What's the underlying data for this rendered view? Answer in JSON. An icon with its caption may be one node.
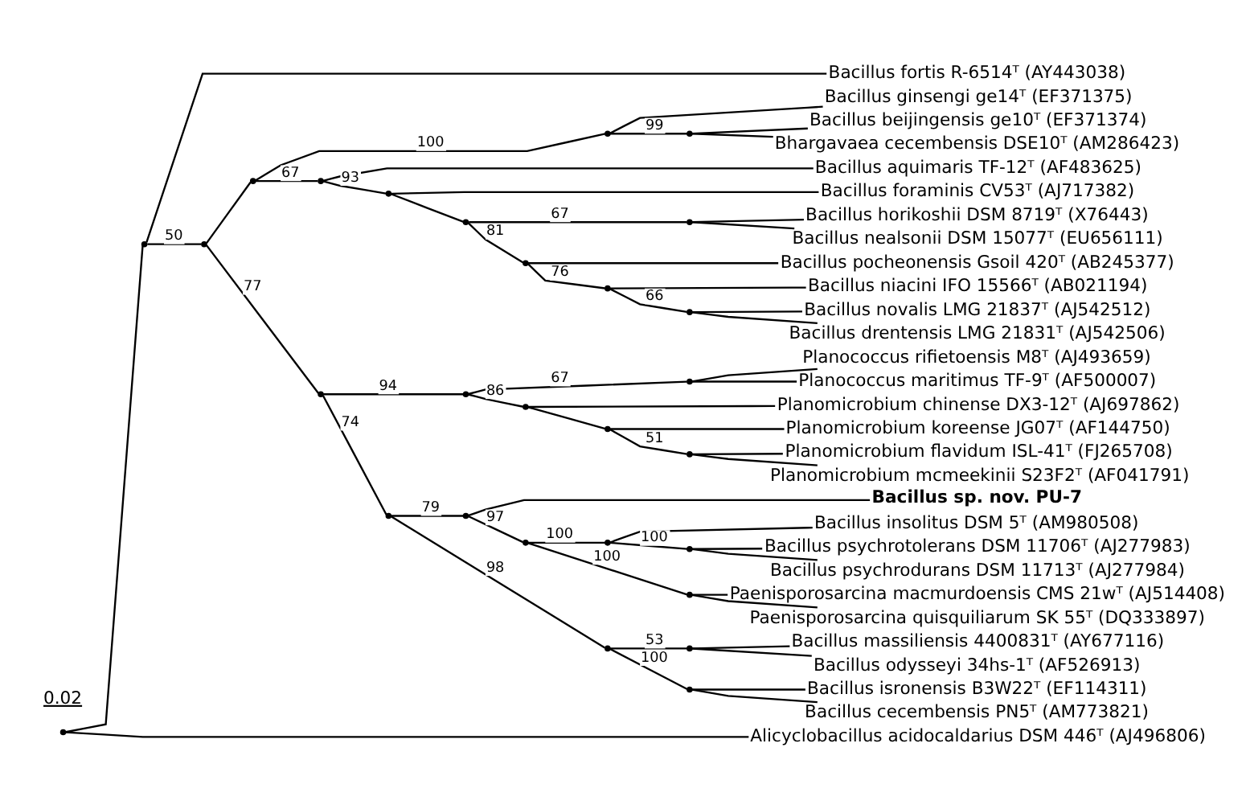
{
  "diagram": {
    "nodes": [
      {
        "text": [],
        "shape": "point"
      },
      {
        "text": [],
        "shape": "point"
      },
      {
        "text": [
          "Bacillus fortis R-6514ᵀ (AY443038)"
        ]
      },
      {
        "text": [],
        "shape": "point"
      },
      {
        "text": [],
        "shape": "point"
      },
      {
        "text": [],
        "shape": "point"
      },
      {
        "text": [
          "Bacillus ginsengi ge14ᵀ (EF371375)"
        ]
      },
      {
        "text": [],
        "shape": "point"
      },
      {
        "text": [
          "Bacillus beijingensis ge10ᵀ (EF371374)"
        ]
      },
      {
        "text": [
          "Bhargavaea cecembensis DSE10ᵀ (AM286423)"
        ]
      },
      {
        "text": [],
        "shape": "point"
      },
      {
        "text": [
          "Bacillus aquimaris TF-12ᵀ (AF483625)"
        ]
      },
      {
        "text": [],
        "shape": "point"
      },
      {
        "text": [
          "Bacillus foraminis CV53ᵀ (AJ717382)"
        ]
      },
      {
        "text": [],
        "shape": "point"
      },
      {
        "text": [],
        "shape": "point"
      },
      {
        "text": [
          "Bacillus horikoshii DSM 8719ᵀ (X76443)"
        ]
      },
      {
        "text": [
          "Bacillus nealsonii DSM 15077ᵀ (EU656111)"
        ]
      },
      {
        "text": [],
        "shape": "point"
      },
      {
        "text": [
          "Bacillus pocheonensis Gsoil 420ᵀ (AB245377)"
        ]
      },
      {
        "text": [],
        "shape": "point"
      },
      {
        "text": [
          "Bacillus niacini IFO 15566ᵀ (AB021194)"
        ]
      },
      {
        "text": [],
        "shape": "point"
      },
      {
        "text": [
          "Bacillus novalis LMG 21837ᵀ (AJ542512)"
        ]
      },
      {
        "text": [
          "Bacillus drentensis LMG 21831ᵀ (AJ542506)"
        ]
      },
      {
        "text": [],
        "shape": "point"
      },
      {
        "text": [],
        "shape": "point"
      },
      {
        "text": [],
        "shape": "point"
      },
      {
        "text": [
          "Planococcus rifietoensis M8ᵀ (AJ493659)"
        ]
      },
      {
        "text": [
          "Planococcus maritimus TF-9ᵀ (AF500007)"
        ]
      },
      {
        "text": [],
        "shape": "point"
      },
      {
        "text": [
          "Planomicrobium chinense DX3-12ᵀ (AJ697862)"
        ]
      },
      {
        "text": [],
        "shape": "point"
      },
      {
        "text": [
          "Planomicrobium koreense JG07ᵀ (AF144750)"
        ]
      },
      {
        "text": [],
        "shape": "point"
      },
      {
        "text": [
          "Planomicrobium flavidum ISL-41ᵀ (FJ265708)"
        ]
      },
      {
        "text": [
          "Planomicrobium mcmeekinii S23F2ᵀ (AF041791)"
        ]
      },
      {
        "text": [],
        "shape": "point"
      },
      {
        "text": [],
        "shape": "point"
      },
      {
        "text": [
          "Bacillus sp. nov. PU-7"
        ]
      },
      {
        "text": [],
        "shape": "point"
      },
      {
        "text": [],
        "shape": "point"
      },
      {
        "text": [
          "Bacillus insolitus DSM 5ᵀ (AM980508)"
        ]
      },
      {
        "text": [],
        "shape": "point"
      },
      {
        "text": [
          "Bacillus psychrotolerans DSM 11706ᵀ (AJ277983)"
        ]
      },
      {
        "text": [
          "Bacillus psychrodurans DSM 11713ᵀ (AJ277984)"
        ]
      },
      {
        "text": [],
        "shape": "point"
      },
      {
        "text": [
          "Paenisporosarcina macmurdoensis CMS 21wᵀ (AJ514408)"
        ]
      },
      {
        "text": [
          "Paenisporosarcina quisquiliarum SK 55ᵀ (DQ333897)"
        ]
      },
      {
        "text": [],
        "shape": "point"
      },
      {
        "text": [],
        "shape": "point"
      },
      {
        "text": [
          "Bacillus massiliensis 4400831ᵀ (AY677116)"
        ]
      },
      {
        "text": [
          "Bacillus odysseyi 34hs-1ᵀ (AF526913)"
        ]
      },
      {
        "text": [],
        "shape": "point"
      },
      {
        "text": [
          "Bacillus isronensis B3W22ᵀ (EF114311)"
        ]
      },
      {
        "text": [
          "Bacillus cecembensis PN5ᵀ (AM773821)"
        ]
      },
      {
        "text": [
          "Alicyclobacillus acidocaldarius DSM 446ᵀ (AJ496806)"
        ]
      }
    ],
    "edges": [
      {
        "from": 0,
        "to": 1,
        "arrow": "none"
      },
      {
        "from": 0,
        "to": 56,
        "arrow": "none"
      },
      {
        "from": 1,
        "to": 2,
        "arrow": "none"
      },
      {
        "from": 1,
        "to": 3,
        "arrow": "none",
        "label": "50"
      },
      {
        "from": 3,
        "to": 4,
        "arrow": "none"
      },
      {
        "from": 3,
        "to": 25,
        "arrow": "none",
        "label": "77"
      },
      {
        "from": 4,
        "to": 5,
        "arrow": "none",
        "label": "100"
      },
      {
        "from": 4,
        "to": 10,
        "arrow": "none",
        "label": "67"
      },
      {
        "from": 5,
        "to": 6,
        "arrow": "none"
      },
      {
        "from": 5,
        "to": 7,
        "arrow": "none",
        "label": "99"
      },
      {
        "from": 7,
        "to": 8,
        "arrow": "none"
      },
      {
        "from": 7,
        "to": 9,
        "arrow": "none"
      },
      {
        "from": 10,
        "to": 11,
        "arrow": "none"
      },
      {
        "from": 10,
        "to": 12,
        "arrow": "none",
        "label": "93"
      },
      {
        "from": 12,
        "to": 13,
        "arrow": "none"
      },
      {
        "from": 12,
        "to": 14,
        "arrow": "none"
      },
      {
        "from": 14,
        "to": 15,
        "arrow": "none",
        "label": "67"
      },
      {
        "from": 14,
        "to": 18,
        "arrow": "none",
        "label": "81"
      },
      {
        "from": 15,
        "to": 16,
        "arrow": "none"
      },
      {
        "from": 15,
        "to": 17,
        "arrow": "none"
      },
      {
        "from": 18,
        "to": 19,
        "arrow": "none"
      },
      {
        "from": 18,
        "to": 20,
        "arrow": "none",
        "label": "76"
      },
      {
        "from": 20,
        "to": 21,
        "arrow": "none"
      },
      {
        "from": 20,
        "to": 22,
        "arrow": "none",
        "label": "66"
      },
      {
        "from": 22,
        "to": 23,
        "arrow": "none"
      },
      {
        "from": 22,
        "to": 24,
        "arrow": "none"
      },
      {
        "from": 25,
        "to": 26,
        "arrow": "none",
        "label": "94"
      },
      {
        "from": 25,
        "to": 37,
        "arrow": "none",
        "label": "74"
      },
      {
        "from": 26,
        "to": 27,
        "arrow": "none",
        "label": "67"
      },
      {
        "from": 26,
        "to": 30,
        "arrow": "none",
        "label": "86"
      },
      {
        "from": 27,
        "to": 28,
        "arrow": "none"
      },
      {
        "from": 27,
        "to": 29,
        "arrow": "none"
      },
      {
        "from": 30,
        "to": 31,
        "arrow": "none"
      },
      {
        "from": 30,
        "to": 32,
        "arrow": "none"
      },
      {
        "from": 32,
        "to": 33,
        "arrow": "none"
      },
      {
        "from": 32,
        "to": 34,
        "arrow": "none",
        "label": "51"
      },
      {
        "from": 34,
        "to": 35,
        "arrow": "none"
      },
      {
        "from": 34,
        "to": 36,
        "arrow": "none"
      },
      {
        "from": 37,
        "to": 38,
        "arrow": "none",
        "label": "79"
      },
      {
        "from": 37,
        "to": 49,
        "arrow": "none",
        "label": "98"
      },
      {
        "from": 38,
        "to": 39,
        "arrow": "none"
      },
      {
        "from": 38,
        "to": 40,
        "arrow": "none",
        "label": "97"
      },
      {
        "from": 40,
        "to": 41,
        "arrow": "none",
        "label": "100"
      },
      {
        "from": 40,
        "to": 46,
        "arrow": "none",
        "label": "100"
      },
      {
        "from": 41,
        "to": 42,
        "arrow": "none"
      },
      {
        "from": 41,
        "to": 43,
        "arrow": "none",
        "label": "100"
      },
      {
        "from": 43,
        "to": 44,
        "arrow": "none"
      },
      {
        "from": 43,
        "to": 45,
        "arrow": "none"
      },
      {
        "from": 46,
        "to": 47,
        "arrow": "none"
      },
      {
        "from": 46,
        "to": 48,
        "arrow": "none"
      },
      {
        "from": 49,
        "to": 50,
        "arrow": "none",
        "label": "53"
      },
      {
        "from": 49,
        "to": 53,
        "arrow": "none",
        "label": "100"
      },
      {
        "from": 50,
        "to": 51,
        "arrow": "none"
      },
      {
        "from": 50,
        "to": 52,
        "arrow": "none"
      },
      {
        "from": 53,
        "to": 54,
        "arrow": "none"
      },
      {
        "from": 53,
        "to": 55,
        "arrow": "none"
      }
    ],
    "labels": [
      "0.02"
    ]
  }
}
